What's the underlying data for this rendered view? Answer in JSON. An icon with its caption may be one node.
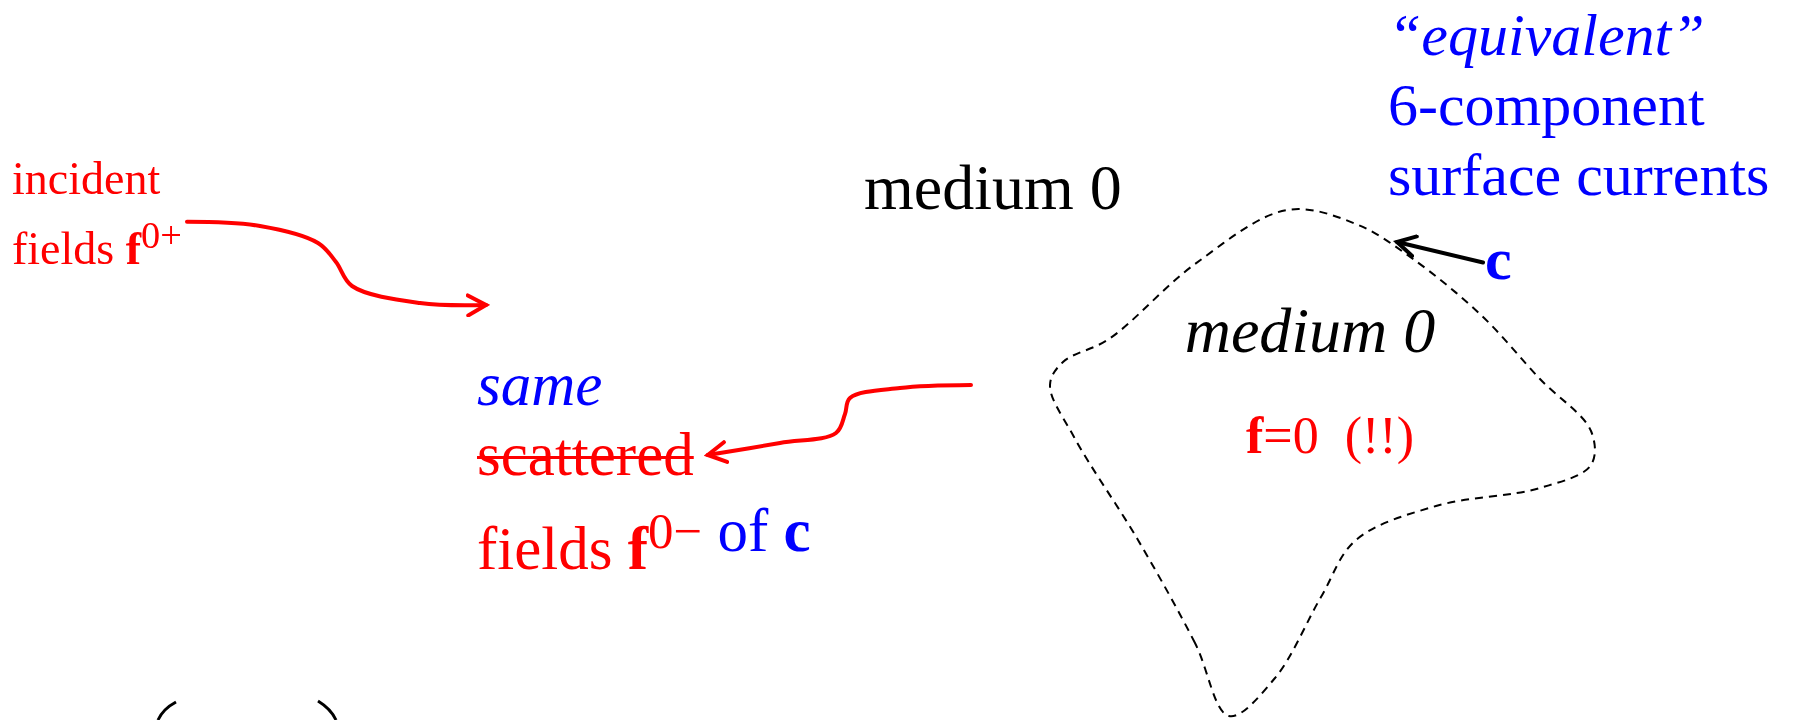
{
  "diagram": {
    "nodes": [
      {
        "text": [
          "incident fields **f**$^{0+}$"
        ]
      },
      {
        "text": [
          "same",
          "scattered",
          "fields **f**$^{0−}$",
          "of **c**"
        ]
      },
      {
        "text": [
          "medium 0",
          "**f**=0  (!!)"
        ]
      },
      {
        "text": [
          "“equivalent”",
          "6-component surface currents"
        ]
      },
      {
        "text": [
          "c"
        ]
      }
    ],
    "edges": [
      {
        "from": 0,
        "to": null,
        "arrow": "to"
      },
      {
        "from": null,
        "to": 1,
        "arrow": "to"
      },
      {
        "from": 4,
        "to": 2,
        "arrow": "to",
        "color": "#000000"
      }
    ],
    "labels": [
      "medium 0"
    ]
  }
}
